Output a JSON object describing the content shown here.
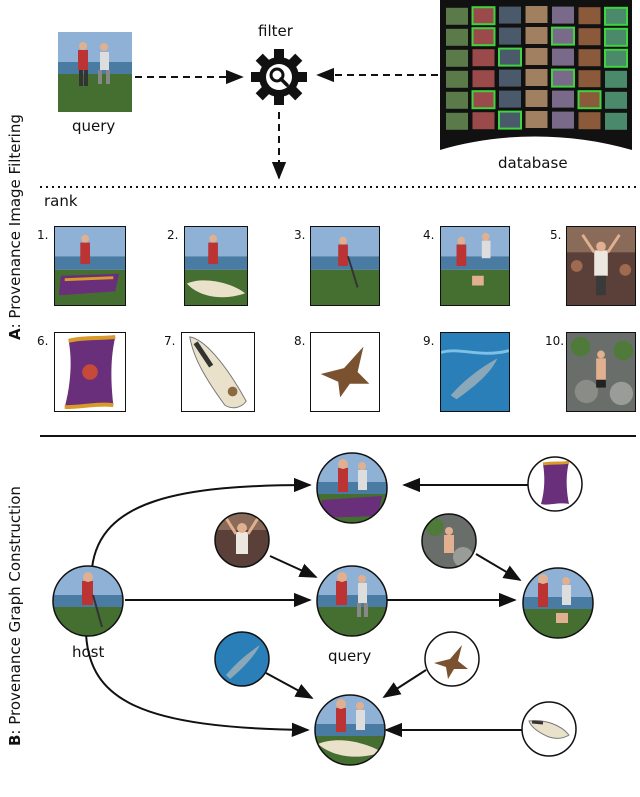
{
  "part_a": {
    "side_label_letter": "A",
    "side_label_text": ": Provenance Image Filtering",
    "query_label": "query",
    "filter_label": "filter",
    "database_label": "database",
    "rank_label": "rank",
    "ranks": [
      "1.",
      "2.",
      "3.",
      "4.",
      "5.",
      "6.",
      "7.",
      "8.",
      "9.",
      "10."
    ]
  },
  "part_b": {
    "side_label_letter": "B",
    "side_label_text": ": Provenance Graph Construction",
    "host_label": "host",
    "query_label": "query"
  },
  "colors": {
    "sky": "#7fa6cf",
    "water": "#3d6f95",
    "grass": "#3f6a2d",
    "rug": "#6a2f7a",
    "board": "#e9e1c9",
    "database_highlight": "#3ed43e",
    "line": "#111111"
  },
  "icons": [
    "gear-magnifier-icon"
  ]
}
